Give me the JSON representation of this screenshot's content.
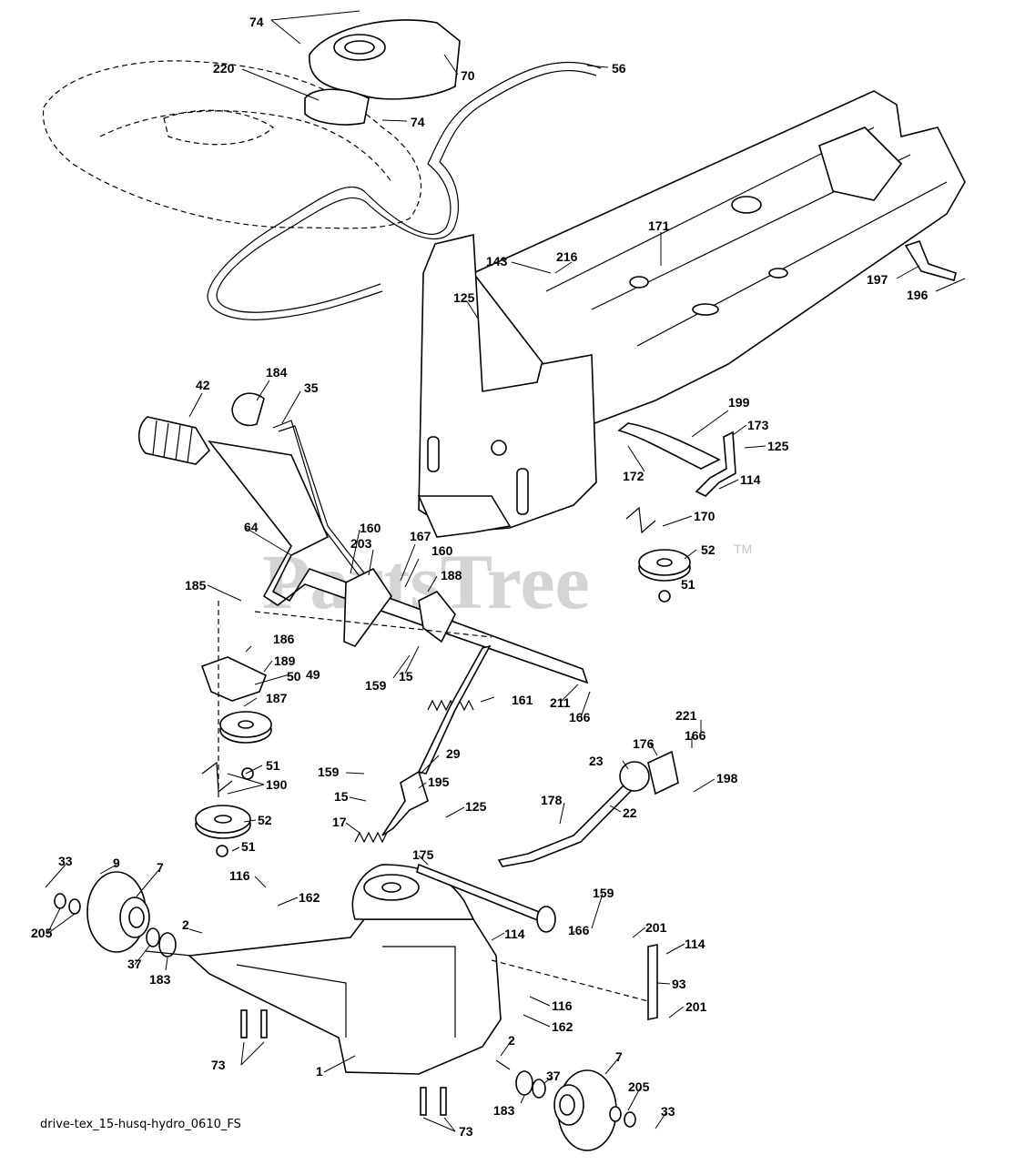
{
  "watermark": {
    "text": "PartsTree",
    "trademark": "TM"
  },
  "caption": "drive-tex_15-husq-hydro_0610_FS",
  "callouts": [
    {
      "id": "c74a",
      "text": "74"
    },
    {
      "id": "c220",
      "text": "220"
    },
    {
      "id": "c70",
      "text": "70"
    },
    {
      "id": "c56",
      "text": "56"
    },
    {
      "id": "c74b",
      "text": "74"
    },
    {
      "id": "c171",
      "text": "171"
    },
    {
      "id": "c143",
      "text": "143"
    },
    {
      "id": "c216",
      "text": "216"
    },
    {
      "id": "c125a",
      "text": "125"
    },
    {
      "id": "c197",
      "text": "197"
    },
    {
      "id": "c196",
      "text": "196"
    },
    {
      "id": "c42",
      "text": "42"
    },
    {
      "id": "c184",
      "text": "184"
    },
    {
      "id": "c35",
      "text": "35"
    },
    {
      "id": "c199",
      "text": "199"
    },
    {
      "id": "c173",
      "text": "173"
    },
    {
      "id": "c125b",
      "text": "125"
    },
    {
      "id": "c172",
      "text": "172"
    },
    {
      "id": "c114a",
      "text": "114"
    },
    {
      "id": "c170",
      "text": "170"
    },
    {
      "id": "c52a",
      "text": "52"
    },
    {
      "id": "c51a",
      "text": "51"
    },
    {
      "id": "c64",
      "text": "64"
    },
    {
      "id": "c160a",
      "text": "160"
    },
    {
      "id": "c203",
      "text": "203"
    },
    {
      "id": "c167",
      "text": "167"
    },
    {
      "id": "c160b",
      "text": "160"
    },
    {
      "id": "c188",
      "text": "188"
    },
    {
      "id": "c185",
      "text": "185"
    },
    {
      "id": "c186",
      "text": "186"
    },
    {
      "id": "c189",
      "text": "189"
    },
    {
      "id": "c49",
      "text": "49"
    },
    {
      "id": "c159a",
      "text": "159"
    },
    {
      "id": "c15a",
      "text": "15"
    },
    {
      "id": "c187",
      "text": "187"
    },
    {
      "id": "c50",
      "text": "50"
    },
    {
      "id": "c211",
      "text": "211"
    },
    {
      "id": "c166a",
      "text": "166"
    },
    {
      "id": "c161",
      "text": "161"
    },
    {
      "id": "c221",
      "text": "221"
    },
    {
      "id": "c166b",
      "text": "166"
    },
    {
      "id": "c176",
      "text": "176"
    },
    {
      "id": "c23",
      "text": "23"
    },
    {
      "id": "c51b",
      "text": "51"
    },
    {
      "id": "c190",
      "text": "190"
    },
    {
      "id": "c29",
      "text": "29"
    },
    {
      "id": "c159b",
      "text": "159"
    },
    {
      "id": "c195",
      "text": "195"
    },
    {
      "id": "c198",
      "text": "198"
    },
    {
      "id": "c15b",
      "text": "15"
    },
    {
      "id": "c125c",
      "text": "125"
    },
    {
      "id": "c22",
      "text": "22"
    },
    {
      "id": "c52b",
      "text": "52"
    },
    {
      "id": "c17",
      "text": "17"
    },
    {
      "id": "c178",
      "text": "178"
    },
    {
      "id": "c51c",
      "text": "51"
    },
    {
      "id": "c33a",
      "text": "33"
    },
    {
      "id": "c9",
      "text": "9"
    },
    {
      "id": "c7a",
      "text": "7"
    },
    {
      "id": "c175",
      "text": "175"
    },
    {
      "id": "c116a",
      "text": "116"
    },
    {
      "id": "c162a",
      "text": "162"
    },
    {
      "id": "c159c",
      "text": "159"
    },
    {
      "id": "c205a",
      "text": "205"
    },
    {
      "id": "c2a",
      "text": "2"
    },
    {
      "id": "c166c",
      "text": "166"
    },
    {
      "id": "c114b",
      "text": "114"
    },
    {
      "id": "c201a",
      "text": "201"
    },
    {
      "id": "c114c",
      "text": "114"
    },
    {
      "id": "c37a",
      "text": "37"
    },
    {
      "id": "c183a",
      "text": "183"
    },
    {
      "id": "c93",
      "text": "93"
    },
    {
      "id": "c116b",
      "text": "116"
    },
    {
      "id": "c201b",
      "text": "201"
    },
    {
      "id": "c162b",
      "text": "162"
    },
    {
      "id": "c2b",
      "text": "2"
    },
    {
      "id": "c73a",
      "text": "73"
    },
    {
      "id": "c1",
      "text": "1"
    },
    {
      "id": "c7b",
      "text": "7"
    },
    {
      "id": "c37b",
      "text": "37"
    },
    {
      "id": "c205b",
      "text": "205"
    },
    {
      "id": "c183b",
      "text": "183"
    },
    {
      "id": "c33b",
      "text": "33"
    },
    {
      "id": "c73b",
      "text": "73"
    }
  ]
}
